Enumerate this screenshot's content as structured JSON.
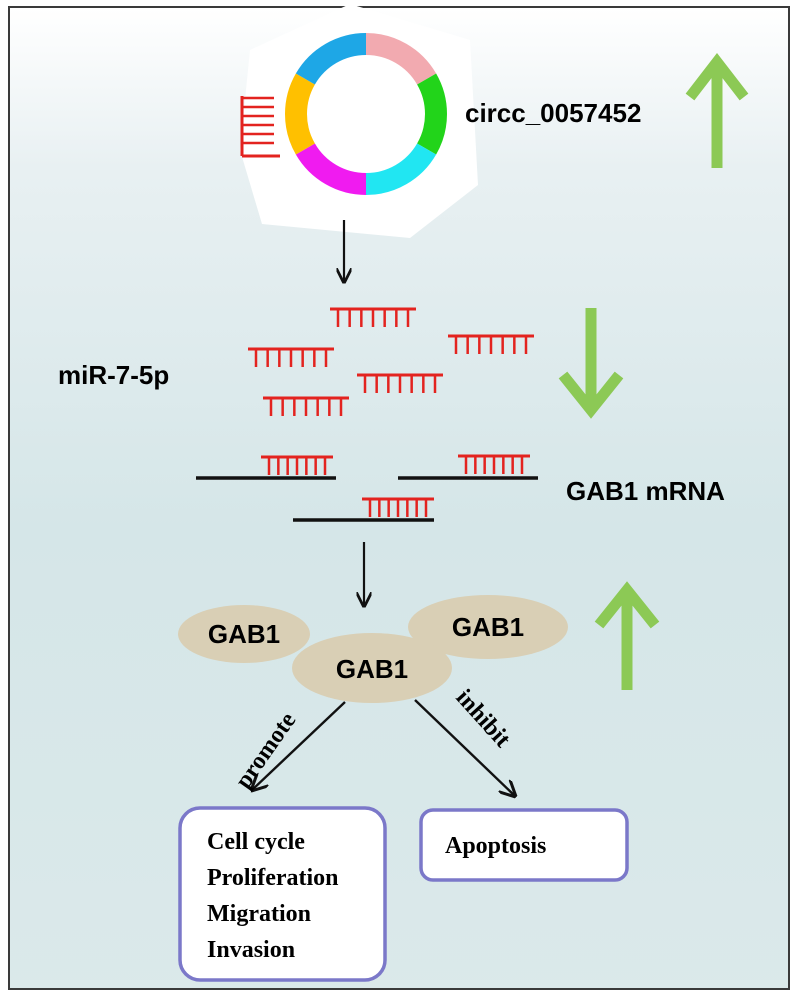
{
  "labels": {
    "circ": "circc_0057452",
    "mirna": "miR-7-5p",
    "mrna": "GAB1 mRNA",
    "protein_left": "GAB1",
    "protein_right": "GAB1",
    "protein_center": "GAB1",
    "promote": "promote",
    "inhibit": "inhibit"
  },
  "outcomes": {
    "promoted": [
      "Cell cycle",
      "Proliferation",
      "Migration",
      "Invasion"
    ],
    "inhibited": [
      "Apoptosis"
    ]
  },
  "trends": {
    "circ": "up",
    "mirna": "down",
    "gab1": "up"
  },
  "colors": {
    "trend_arrow": "#8cc955",
    "mirna": "#e3231f",
    "protein_fill": "#d9cfb5",
    "outcome_border": "#7b78c9",
    "ring_segments": [
      "#f2aab0",
      "#22d41a",
      "#21e6f2",
      "#f01bf0",
      "#ffc000",
      "#1ea7e6"
    ]
  }
}
